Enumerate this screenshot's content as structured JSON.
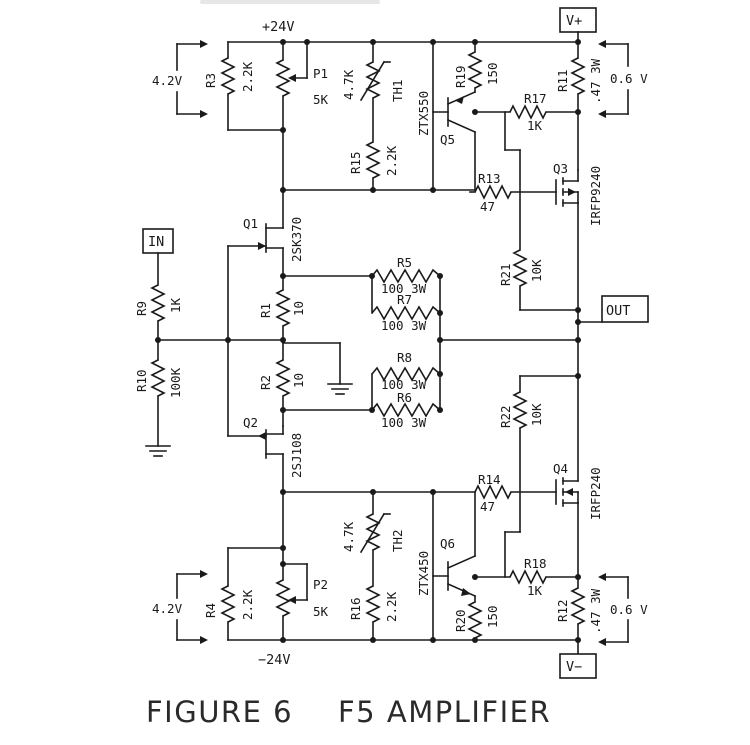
{
  "caption": {
    "figure": "FIGURE 6",
    "title": "F5 AMPLIFIER"
  },
  "rails": {
    "positive": "+24V",
    "negative": "−24V"
  },
  "terminals": {
    "vplus": "V+",
    "vminus": "V−",
    "in": "IN",
    "out": "OUT"
  },
  "voltages": {
    "r3": "4.2V",
    "r4": "4.2V",
    "r11": "0.6 V",
    "r12": "0.6 V"
  },
  "components": {
    "r3": {
      "ref": "R3",
      "value": "2.2K"
    },
    "r4": {
      "ref": "R4",
      "value": "2.2K"
    },
    "p1": {
      "ref": "P1",
      "value": "5K"
    },
    "p2": {
      "ref": "P2",
      "value": "5K"
    },
    "th1": {
      "ref": "TH1",
      "value": "4.7K"
    },
    "th2": {
      "ref": "TH2",
      "value": "4.7K"
    },
    "r15": {
      "ref": "R15",
      "value": "2.2K"
    },
    "r16": {
      "ref": "R16",
      "value": "2.2K"
    },
    "q5": {
      "ref": "Q5",
      "part": "ZTX550"
    },
    "q6": {
      "ref": "Q6",
      "part": "ZTX450"
    },
    "r19": {
      "ref": "R19",
      "value": "150"
    },
    "r20": {
      "ref": "R20",
      "value": "150"
    },
    "r11": {
      "ref": "R11",
      "value": ".47 3W"
    },
    "r12": {
      "ref": "R12",
      "value": ".47 3W"
    },
    "r17": {
      "ref": "R17",
      "value": "1K"
    },
    "r18": {
      "ref": "R18",
      "value": "1K"
    },
    "r13": {
      "ref": "R13",
      "value": "47"
    },
    "r14": {
      "ref": "R14",
      "value": "47"
    },
    "q3": {
      "ref": "Q3",
      "part": "IRFP9240"
    },
    "q4": {
      "ref": "Q4",
      "part": "IRFP240"
    },
    "q1": {
      "ref": "Q1",
      "part": "2SK370"
    },
    "q2": {
      "ref": "Q2",
      "part": "2SJ108"
    },
    "r1": {
      "ref": "R1",
      "value": "10"
    },
    "r2": {
      "ref": "R2",
      "value": "10"
    },
    "r5": {
      "ref": "R5",
      "value": "100 3W"
    },
    "r6": {
      "ref": "R6",
      "value": "100 3W"
    },
    "r7": {
      "ref": "R7",
      "value": "100 3W"
    },
    "r8": {
      "ref": "R8",
      "value": "100 3W"
    },
    "r9": {
      "ref": "R9",
      "value": "1K"
    },
    "r10": {
      "ref": "R10",
      "value": "100K"
    },
    "r21": {
      "ref": "R21",
      "value": "10K"
    },
    "r22": {
      "ref": "R22",
      "value": "10K"
    }
  }
}
